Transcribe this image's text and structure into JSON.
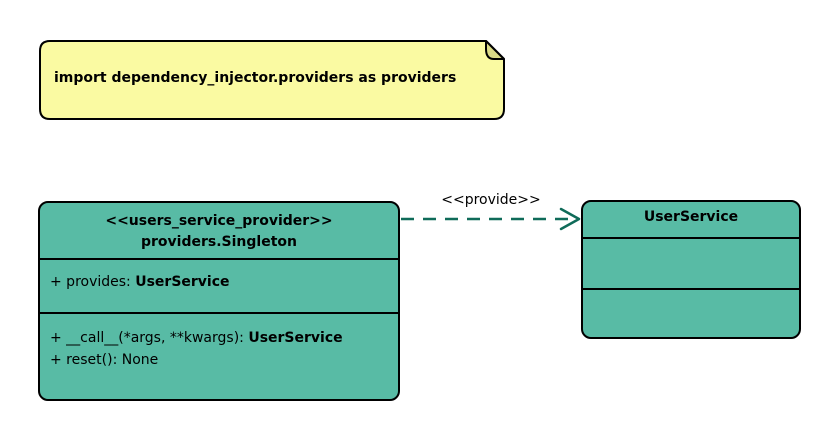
{
  "colors": {
    "background": "#FFFFFF",
    "class_fill": "#58BBA5",
    "class_border": "#000000",
    "note_fill": "#FAFAA2",
    "note_fold": "#DBDB87",
    "arrow": "#0F6B59",
    "text": "#000000"
  },
  "note": {
    "text": "import dependency_injector.providers as providers"
  },
  "singleton_class": {
    "stereotype": "<<users_service_provider>>",
    "name": "providers.Singleton",
    "attribute_prefix": "+ provides: ",
    "attribute_type": "UserService",
    "method_call_prefix": "+ __call__(*args, **kwargs): ",
    "method_call_type": "UserService",
    "method_reset": "+ reset(): None"
  },
  "user_service_class": {
    "name": "UserService"
  },
  "relation": {
    "stereotype": "<<provide>>"
  }
}
